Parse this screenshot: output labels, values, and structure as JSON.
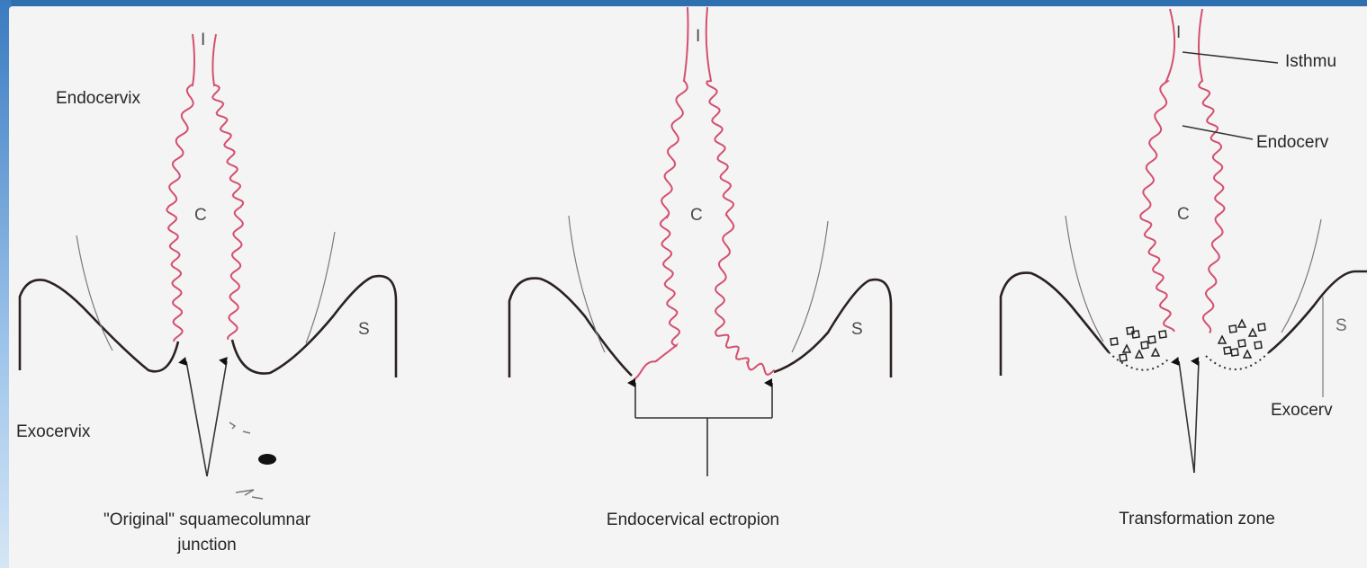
{
  "panels": [
    {
      "caption_lines": [
        "\"Original\" squamecolumnar",
        "junction"
      ],
      "labels": {
        "top": "I",
        "canal": "C",
        "stroma": "S"
      }
    },
    {
      "caption_lines": [
        "Endocervical ectropion"
      ],
      "labels": {
        "top": "I",
        "canal": "C",
        "stroma": "S"
      }
    },
    {
      "caption_lines": [
        "Transformation zone"
      ],
      "labels": {
        "top": "I",
        "canal": "C",
        "stroma": "S"
      }
    }
  ],
  "side_labels": {
    "endocervix_left": "Endocervix",
    "exocervix_left": "Exocervix",
    "isthmus_right": "Isthmu",
    "endocervix_right": "Endocerv",
    "exocervix_right": "Exocerv"
  },
  "colors": {
    "frame_blue": "#2e6fb0",
    "paper": "#f4f4f4",
    "epithelium_pink": "#d4506f",
    "outline": "#2b2221"
  }
}
